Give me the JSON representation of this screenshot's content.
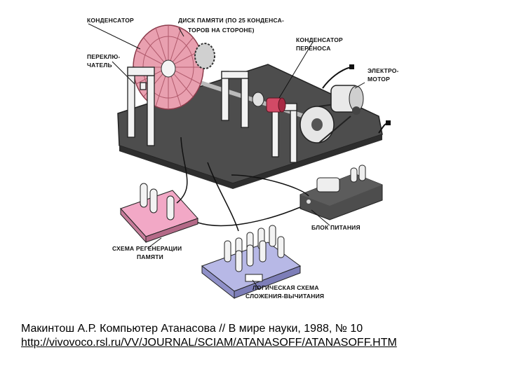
{
  "labels": {
    "condenser": "КОНДЕНСАТОР",
    "memory_disk_1": "ДИСК ПАМЯТИ (ПО 25 КОНДЕНСА-",
    "memory_disk_2": "ТОРОВ НА СТОРОНЕ)",
    "transfer_condenser_1": "КОНДЕНСАТОР",
    "transfer_condenser_2": "ПЕРЕНОСА",
    "switch_1": "ПЕРЕКЛЮ-",
    "switch_2": "ЧАТЕЛЬ",
    "motor_1": "ЭЛЕКТРО-",
    "motor_2": "МОТОР",
    "power_supply": "БЛОК ПИТАНИЯ",
    "regen_1": "СХЕМА РЕГЕНЕРАЦИИ",
    "regen_2": "ПАМЯТИ",
    "logic_1": "ЛОГИЧЕСКАЯ СХЕМА",
    "logic_2": "СЛОЖЕНИЯ-ВЫЧИТАНИЯ"
  },
  "colors": {
    "disk": "#e9a0b0",
    "regen_board": "#f2a8c6",
    "logic_board": "#b7b8e6",
    "base": "#4d4d4d"
  },
  "caption": {
    "citation": "Макинтош А.Р. Компьютер Атанасова // В мире науки,  1988, № 10",
    "url": "http://vivovoco.rsl.ru/VV/JOURNAL/SCIAM/ATANASOFF/ATANASOFF.HTM"
  }
}
